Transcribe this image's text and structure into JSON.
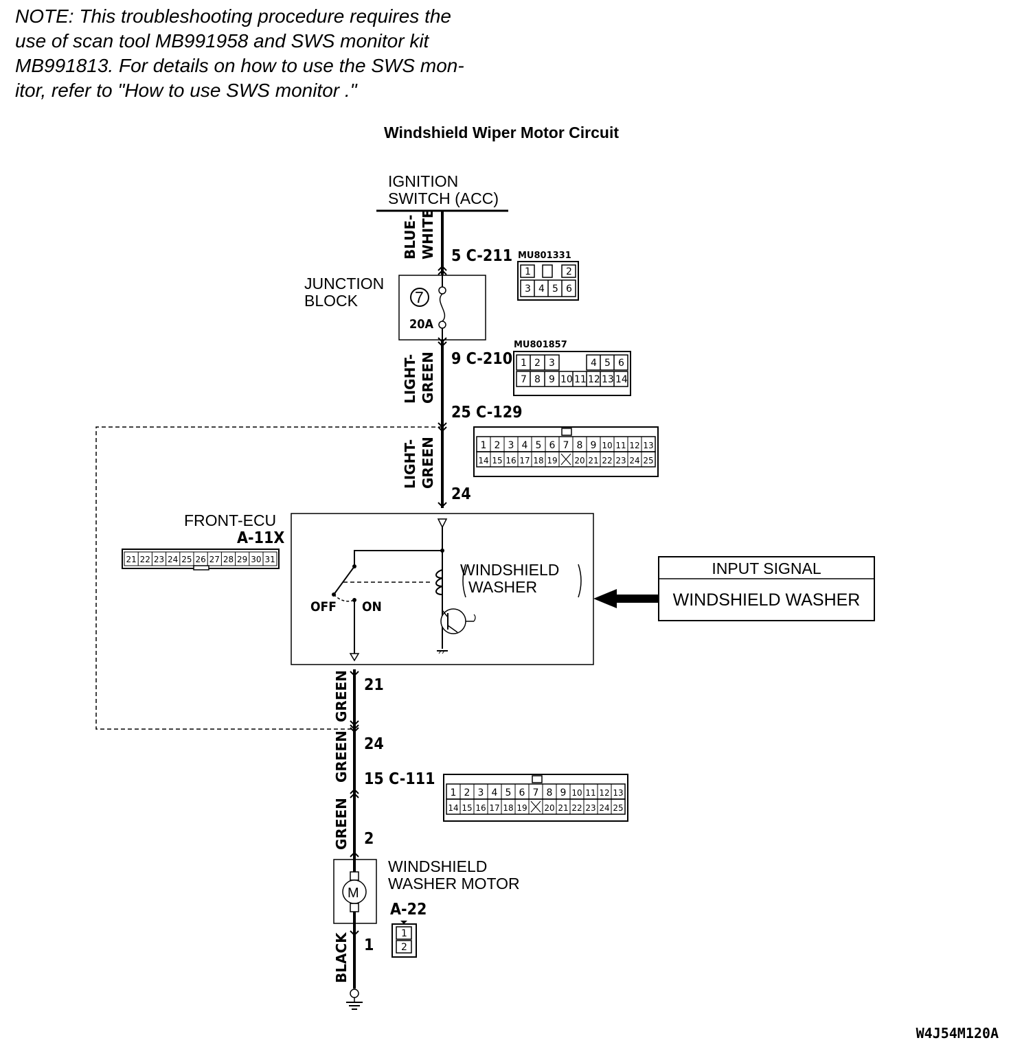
{
  "note": {
    "text": "NOTE: This troubleshooting procedure requires the\nuse of scan tool MB991958 and SWS monitor kit\nMB991813. For details on how to use the SWS mon-\nitor, refer to \"How to use SWS monitor .\""
  },
  "diagram": {
    "title": "Windshield Wiper Motor Circuit",
    "ignition": {
      "line1": "IGNITION",
      "line2": "SWITCH (ACC)"
    },
    "junction_block": {
      "line1": "JUNCTION",
      "line2": "BLOCK",
      "fuse_no": "7",
      "fuse_amp": "20A"
    },
    "wire_colors": {
      "blue_white_1": "BLUE-",
      "blue_white_2": "WHITE",
      "light_green_a1": "LIGHT-",
      "light_green_a2": "GREEN",
      "light_green_b1": "LIGHT-",
      "light_green_b2": "GREEN",
      "green_1": "GREEN",
      "green_2": "GREEN",
      "green_3": "GREEN",
      "black": "BLACK"
    },
    "connectors": {
      "c211_label": "5  C-211",
      "c211_part": "MU801331",
      "c211_pins_top": [
        "1",
        "",
        "2"
      ],
      "c211_pins_bottom": [
        "3",
        "4",
        "5",
        "6"
      ],
      "c210_label": "9  C-210",
      "c210_part": "MU801857",
      "c210_pins_top": [
        "1",
        "2",
        "3",
        "",
        "4",
        "5",
        "6"
      ],
      "c210_pins_bottom": [
        "7",
        "8",
        "9",
        "10",
        "11",
        "12",
        "13",
        "14"
      ],
      "c129_label": "25 C-129",
      "c129_pins_top": [
        "1",
        "2",
        "3",
        "4",
        "5",
        "6",
        "7",
        "8",
        "9",
        "10",
        "11",
        "12",
        "13"
      ],
      "c129_pins_bottom": [
        "14",
        "15",
        "16",
        "17",
        "18",
        "19",
        "",
        "20",
        "21",
        "22",
        "23",
        "24",
        "25"
      ],
      "pin_24_top": "24",
      "c111_label": "15  C-111",
      "c111_pins_top": [
        "1",
        "2",
        "3",
        "4",
        "5",
        "6",
        "7",
        "8",
        "9",
        "10",
        "11",
        "12",
        "13"
      ],
      "c111_pins_bottom": [
        "14",
        "15",
        "16",
        "17",
        "18",
        "19",
        "",
        "20",
        "21",
        "22",
        "23",
        "24",
        "25"
      ],
      "pin_21": "21",
      "pin_24_bottom": "24",
      "pin_2": "2",
      "pin_1": "1",
      "a22_label": "A-22",
      "a22_pins": [
        "1",
        "2"
      ]
    },
    "front_ecu": {
      "name": "FRONT-ECU",
      "code": "A-11X",
      "pins": [
        "21",
        "22",
        "23",
        "24",
        "25",
        "26",
        "27",
        "28",
        "29",
        "30",
        "31"
      ],
      "washer_1": "WINDSHIELD",
      "washer_2": "WASHER",
      "off": "OFF",
      "on": "ON"
    },
    "input_signal": {
      "header": "INPUT SIGNAL",
      "value": "WINDSHIELD WASHER"
    },
    "washer_motor": {
      "line1": "WINDSHIELD",
      "line2": "WASHER MOTOR"
    },
    "figure_code": "W4J54M120A"
  }
}
